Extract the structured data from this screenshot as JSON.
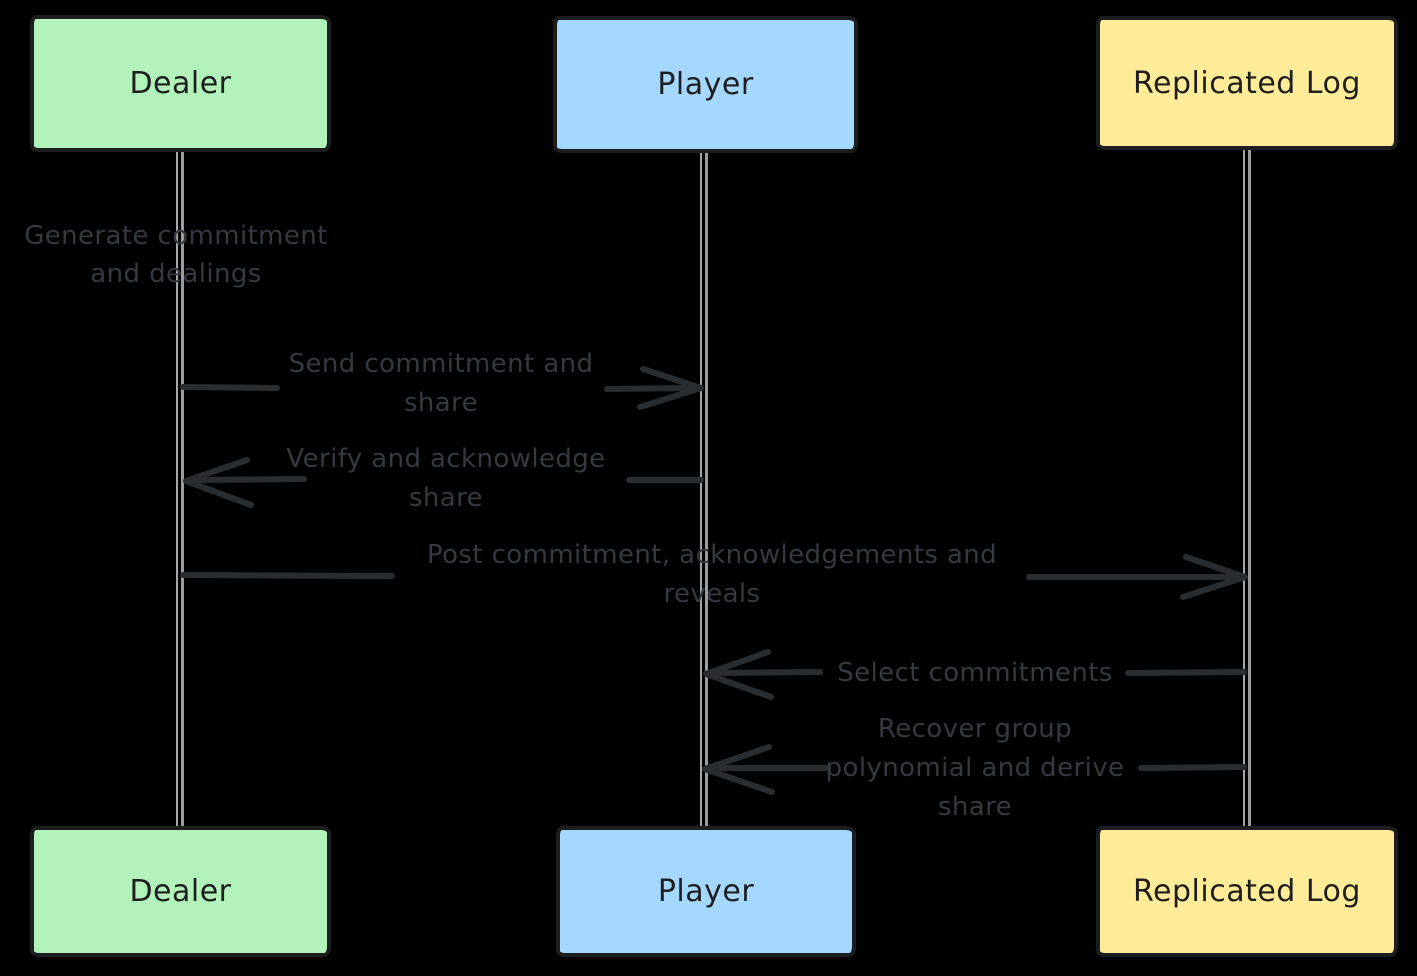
{
  "diagram": {
    "type": "sequence-diagram",
    "background_color": "#000000",
    "colors": {
      "actor_border": "#1b1d1e",
      "actor_text": "#1e1e1e",
      "lifeline": "#a0a0a0",
      "arrow": "#2a2d30",
      "message_text": "#343a40"
    },
    "actors": [
      {
        "id": "dealer",
        "label": "Dealer",
        "color": "#b2f2bb"
      },
      {
        "id": "player",
        "label": "Player",
        "color": "#a5d8ff"
      },
      {
        "id": "replicated-log",
        "label": "Replicated Log",
        "color": "#ffec99"
      }
    ],
    "messages": [
      {
        "from": "dealer",
        "to": "dealer",
        "kind": "self-note",
        "text": "Generate commitment and dealings",
        "lines": [
          "Generate commitment",
          "and dealings"
        ]
      },
      {
        "from": "dealer",
        "to": "player",
        "kind": "arrow-right",
        "text": "Send commitment and share",
        "lines": [
          "Send commitment and",
          "share"
        ]
      },
      {
        "from": "player",
        "to": "dealer",
        "kind": "arrow-left",
        "text": "Verify and acknowledge share",
        "lines": [
          "Verify and acknowledge",
          "share"
        ]
      },
      {
        "from": "dealer",
        "to": "replicated-log",
        "kind": "arrow-right",
        "text": "Post commitment, acknowledgements and reveals",
        "lines": [
          "Post commitment, acknowledgements and",
          "reveals"
        ]
      },
      {
        "from": "replicated-log",
        "to": "player",
        "kind": "arrow-left",
        "text": "Select commitments",
        "lines": [
          "Select commitments"
        ]
      },
      {
        "from": "replicated-log",
        "to": "player",
        "kind": "arrow-left",
        "text": "Recover group polynomial and derive share",
        "lines": [
          "Recover group",
          "polynomial and derive",
          "share"
        ]
      }
    ]
  }
}
